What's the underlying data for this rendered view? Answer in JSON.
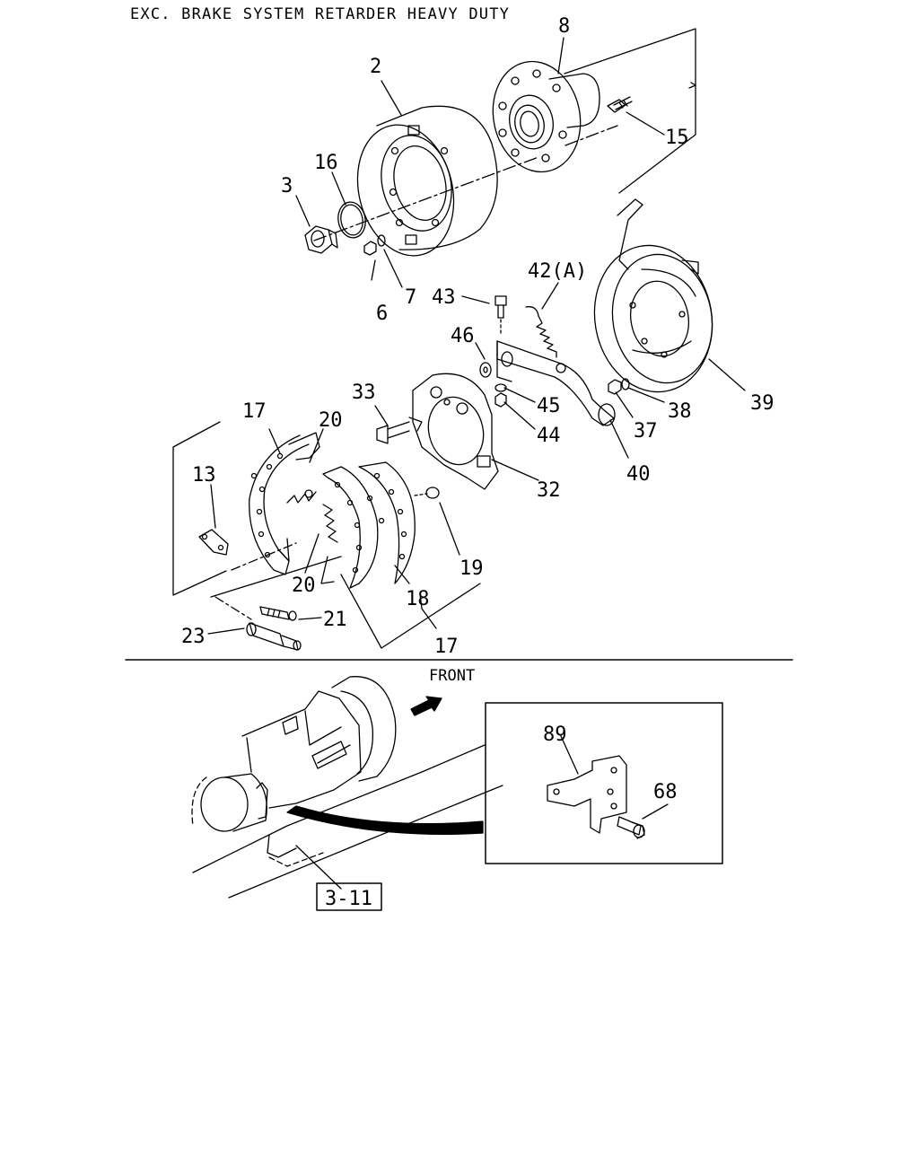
{
  "diagram": {
    "title": "EXC. BRAKE SYSTEM RETARDER HEAVY DUTY",
    "front_label": "FRONT",
    "reference_box": "3-11",
    "callouts": [
      {
        "id": "c2",
        "text": "2"
      },
      {
        "id": "c3",
        "text": "3"
      },
      {
        "id": "c6",
        "text": "6"
      },
      {
        "id": "c7",
        "text": "7"
      },
      {
        "id": "c8",
        "text": "8"
      },
      {
        "id": "c13",
        "text": "13"
      },
      {
        "id": "c15",
        "text": "15"
      },
      {
        "id": "c16",
        "text": "16"
      },
      {
        "id": "c17a",
        "text": "17"
      },
      {
        "id": "c17b",
        "text": "17"
      },
      {
        "id": "c18",
        "text": "18"
      },
      {
        "id": "c19",
        "text": "19"
      },
      {
        "id": "c20a",
        "text": "20"
      },
      {
        "id": "c20b",
        "text": "20"
      },
      {
        "id": "c21",
        "text": "21"
      },
      {
        "id": "c23",
        "text": "23"
      },
      {
        "id": "c32",
        "text": "32"
      },
      {
        "id": "c33",
        "text": "33"
      },
      {
        "id": "c37",
        "text": "37"
      },
      {
        "id": "c38",
        "text": "38"
      },
      {
        "id": "c39",
        "text": "39"
      },
      {
        "id": "c40",
        "text": "40"
      },
      {
        "id": "c42",
        "text": "42(A)"
      },
      {
        "id": "c43",
        "text": "43"
      },
      {
        "id": "c44",
        "text": "44"
      },
      {
        "id": "c45",
        "text": "45"
      },
      {
        "id": "c46",
        "text": "46"
      },
      {
        "id": "c68",
        "text": "68"
      },
      {
        "id": "c89",
        "text": "89"
      }
    ]
  }
}
